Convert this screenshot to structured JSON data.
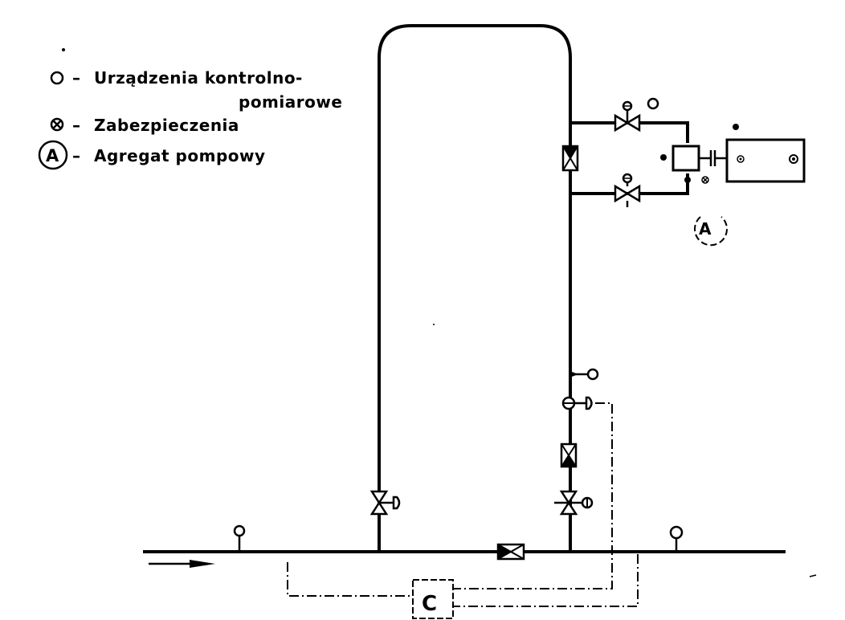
{
  "legend": {
    "items": [
      {
        "symbol": "O",
        "text": "Urządzenia kontrolno-",
        "text_cont": "pomiarowe"
      },
      {
        "symbol": "⊗",
        "text": "Zabezpieczenia"
      },
      {
        "symbol": "A",
        "text": "Agregat pompowy"
      }
    ],
    "dash": "–"
  },
  "labels": {
    "pump_unit": "A",
    "controller": "C"
  }
}
